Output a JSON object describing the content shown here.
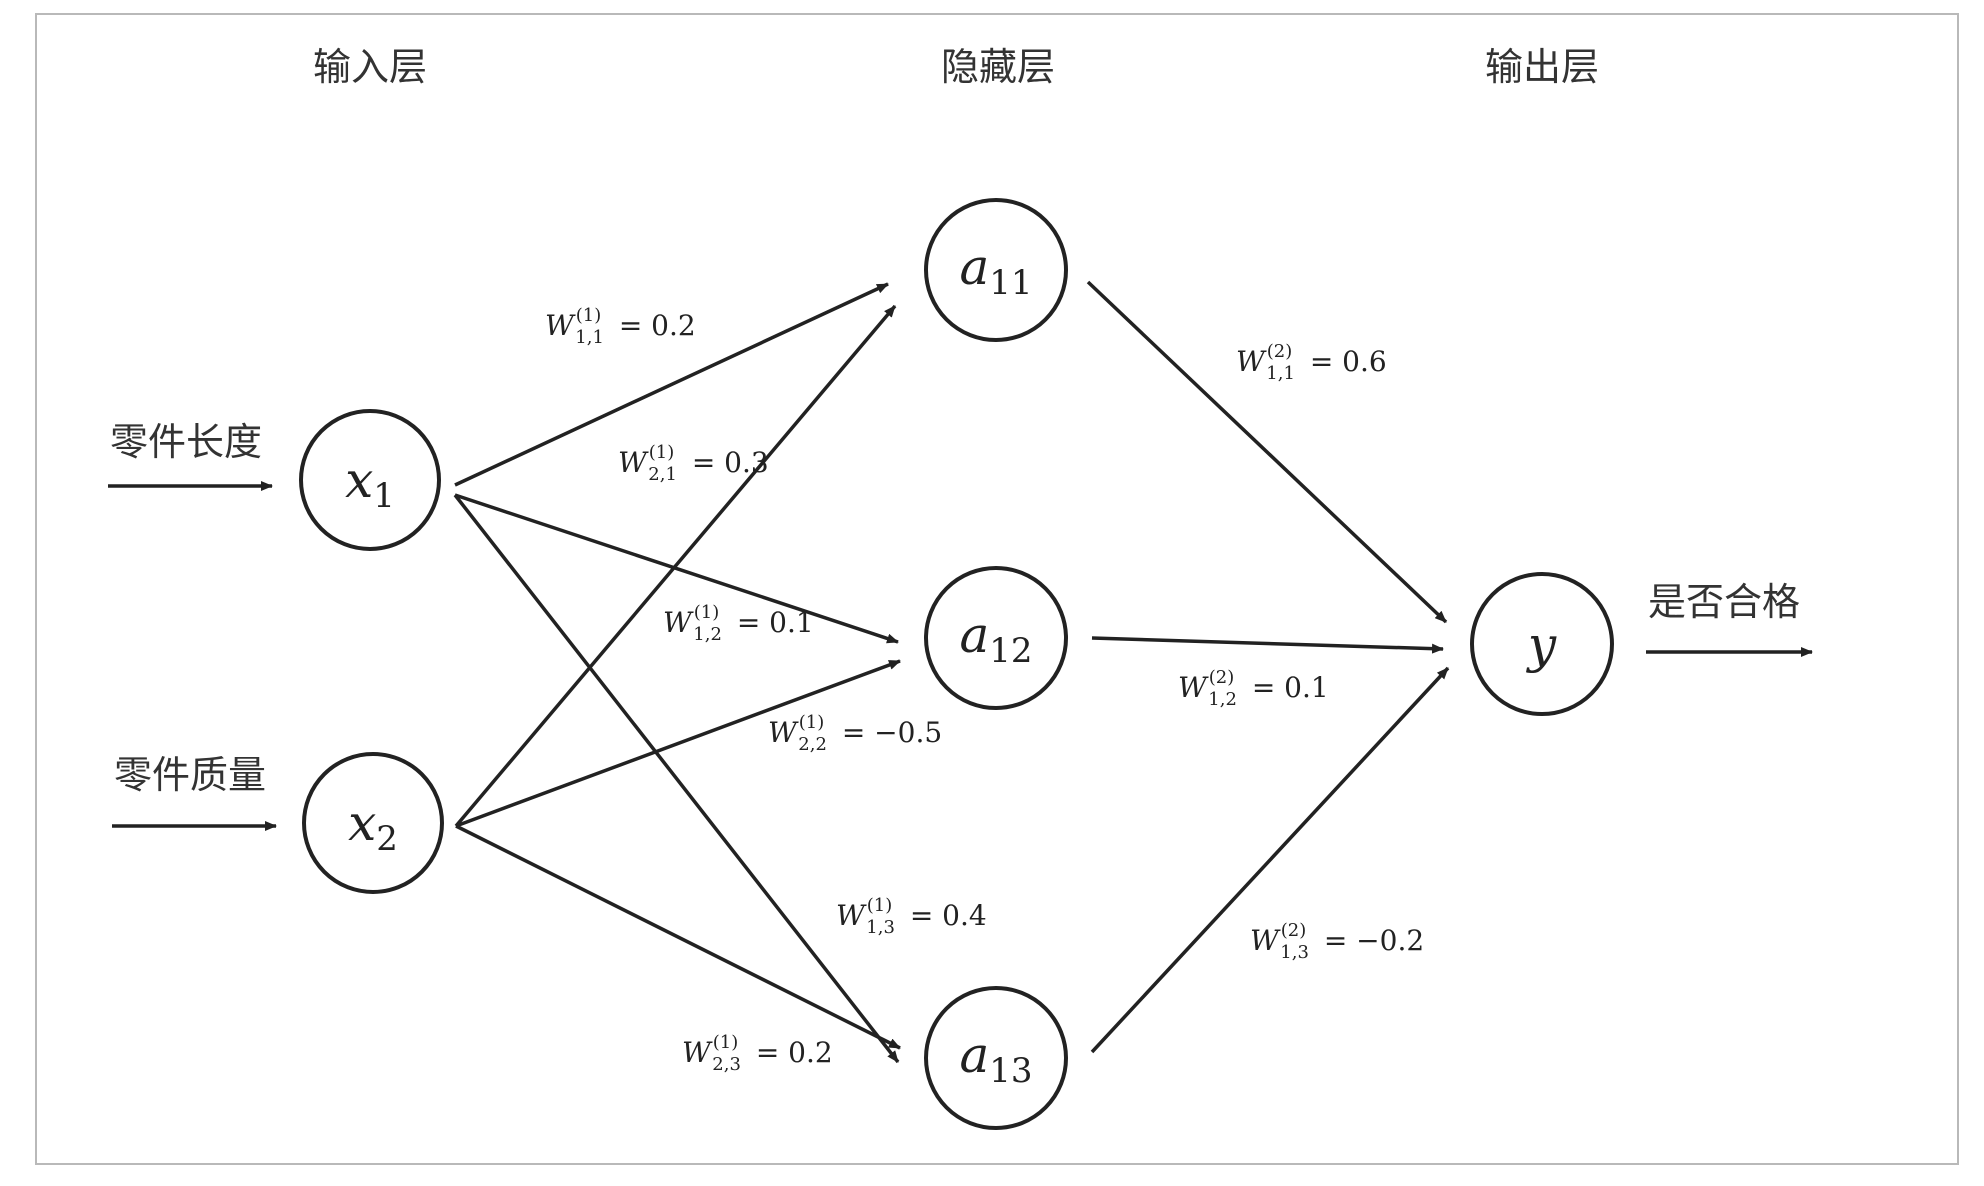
{
  "colors": {
    "ink": "#222222",
    "frame": "#b9b9b9",
    "background": "#ffffff"
  },
  "layers": {
    "input": "输入层",
    "hidden": "隐藏层",
    "output": "输出层"
  },
  "inputs": {
    "length": "零件长度",
    "mass": "零件质量"
  },
  "output_label": "是否合格",
  "nodes": {
    "x1": {
      "main": "x",
      "sub": "1"
    },
    "x2": {
      "main": "x",
      "sub": "2"
    },
    "a11": {
      "main": "a",
      "sub": "11"
    },
    "a12": {
      "main": "a",
      "sub": "12"
    },
    "a13": {
      "main": "a",
      "sub": "13"
    },
    "y": {
      "main": "y",
      "sub": ""
    }
  },
  "weights": {
    "w1_11": {
      "sym": "W",
      "sup": "(1)",
      "sub": "1,1",
      "eq": " = 0.2"
    },
    "w1_21": {
      "sym": "W",
      "sup": "(1)",
      "sub": "2,1",
      "eq": " = 0.3"
    },
    "w1_12": {
      "sym": "W",
      "sup": "(1)",
      "sub": "1,2",
      "eq": " = 0.1"
    },
    "w1_22": {
      "sym": "W",
      "sup": "(1)",
      "sub": "2,2",
      "eq": " = −0.5"
    },
    "w1_13": {
      "sym": "W",
      "sup": "(1)",
      "sub": "1,3",
      "eq": " = 0.4"
    },
    "w1_23": {
      "sym": "W",
      "sup": "(1)",
      "sub": "2,3",
      "eq": " = 0.2"
    },
    "w2_11": {
      "sym": "W",
      "sup": "(2)",
      "sub": "1,1",
      "eq": " = 0.6"
    },
    "w2_12": {
      "sym": "W",
      "sup": "(2)",
      "sub": "1,2",
      "eq": " = 0.1"
    },
    "w2_13": {
      "sym": "W",
      "sup": "(2)",
      "sub": "1,3",
      "eq": " = −0.2"
    }
  }
}
